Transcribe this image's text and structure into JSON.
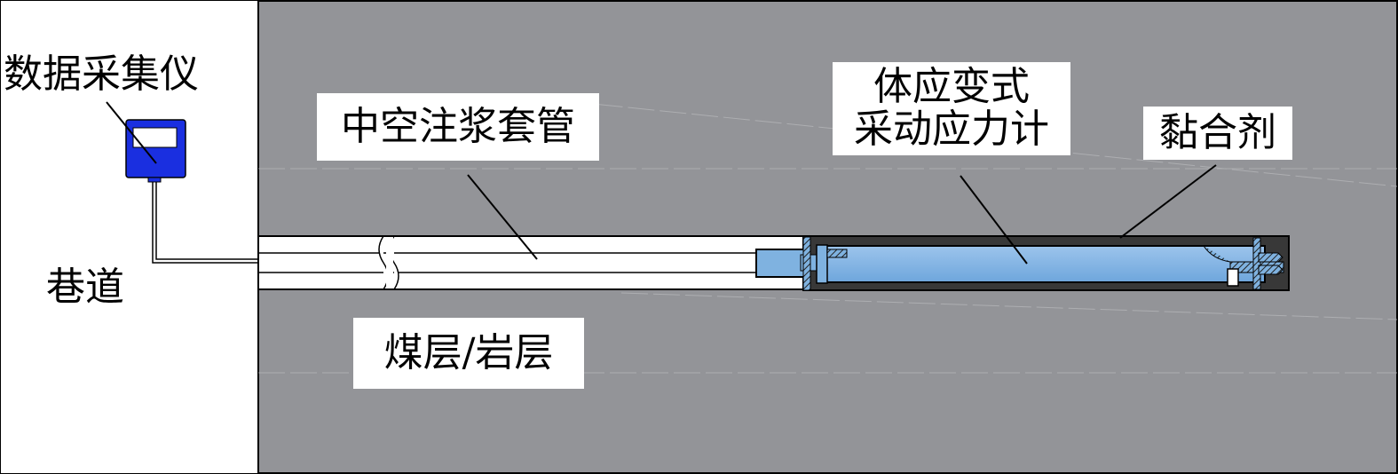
{
  "labels": {
    "data_logger": "数据采集仪",
    "grout_pipe": "中空注浆套管",
    "stress_meter_line1": "体应变式",
    "stress_meter_line2": "采动应力计",
    "adhesive": "黏合剂",
    "roadway": "巷道",
    "strata": "煤层/岩层"
  },
  "colors": {
    "rock": "#939498",
    "device": "#1a2fe0",
    "meter": "#7fb2e0",
    "casing": "#383838"
  }
}
